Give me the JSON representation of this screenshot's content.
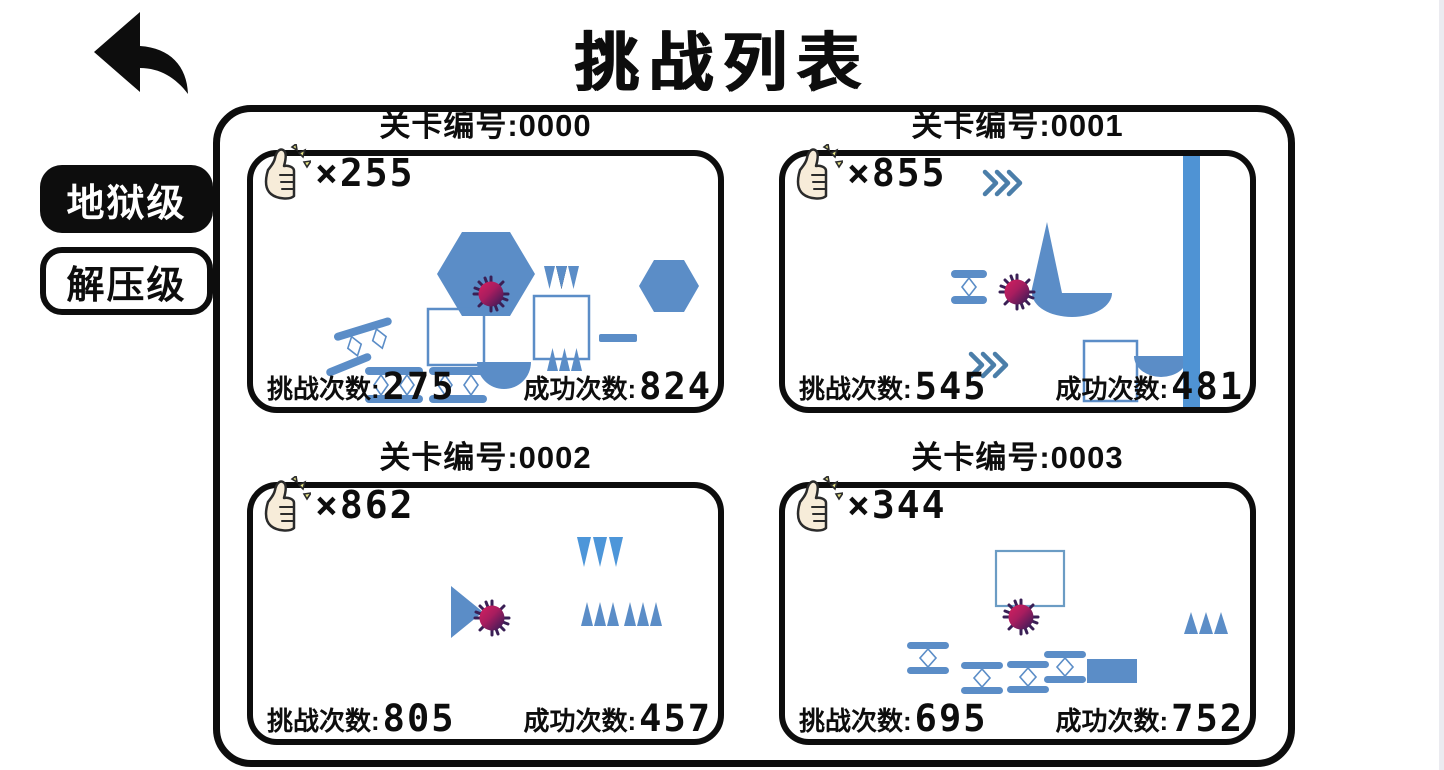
{
  "header": {
    "title": "挑战列表",
    "back_icon": "back-arrow"
  },
  "sidebar": {
    "tabs": [
      {
        "label": "地狱级",
        "active": true
      },
      {
        "label": "解压级",
        "active": false
      }
    ]
  },
  "cards": [
    {
      "header": "关卡编号:0000",
      "likes": "×255",
      "challenge_label": "挑战次数:",
      "challenge_value": "275",
      "success_label": "成功次数:",
      "success_value": "824"
    },
    {
      "header": "关卡编号:0001",
      "likes": "×855",
      "challenge_label": "挑战次数:",
      "challenge_value": "545",
      "success_label": "成功次数:",
      "success_value": "481"
    },
    {
      "header": "关卡编号:0002",
      "likes": "×862",
      "challenge_label": "挑战次数:",
      "challenge_value": "805",
      "success_label": "成功次数:",
      "success_value": "457"
    },
    {
      "header": "关卡编号:0003",
      "likes": "×344",
      "challenge_label": "挑战次数:",
      "challenge_value": "695",
      "success_label": "成功次数:",
      "success_value": "752"
    }
  ],
  "colors": {
    "ink": "#0d0d0d",
    "shape_blue": "#5b8dc7",
    "bright_blue": "#4d96d9",
    "bar_blue": "#4f93d4",
    "chevron_blue": "#4b7ea9",
    "ball_red": "#d6205f",
    "ball_dark": "#2e1a57",
    "sparkle_yellow": "#e3e37a",
    "hand_cream": "#f7ecd9"
  }
}
